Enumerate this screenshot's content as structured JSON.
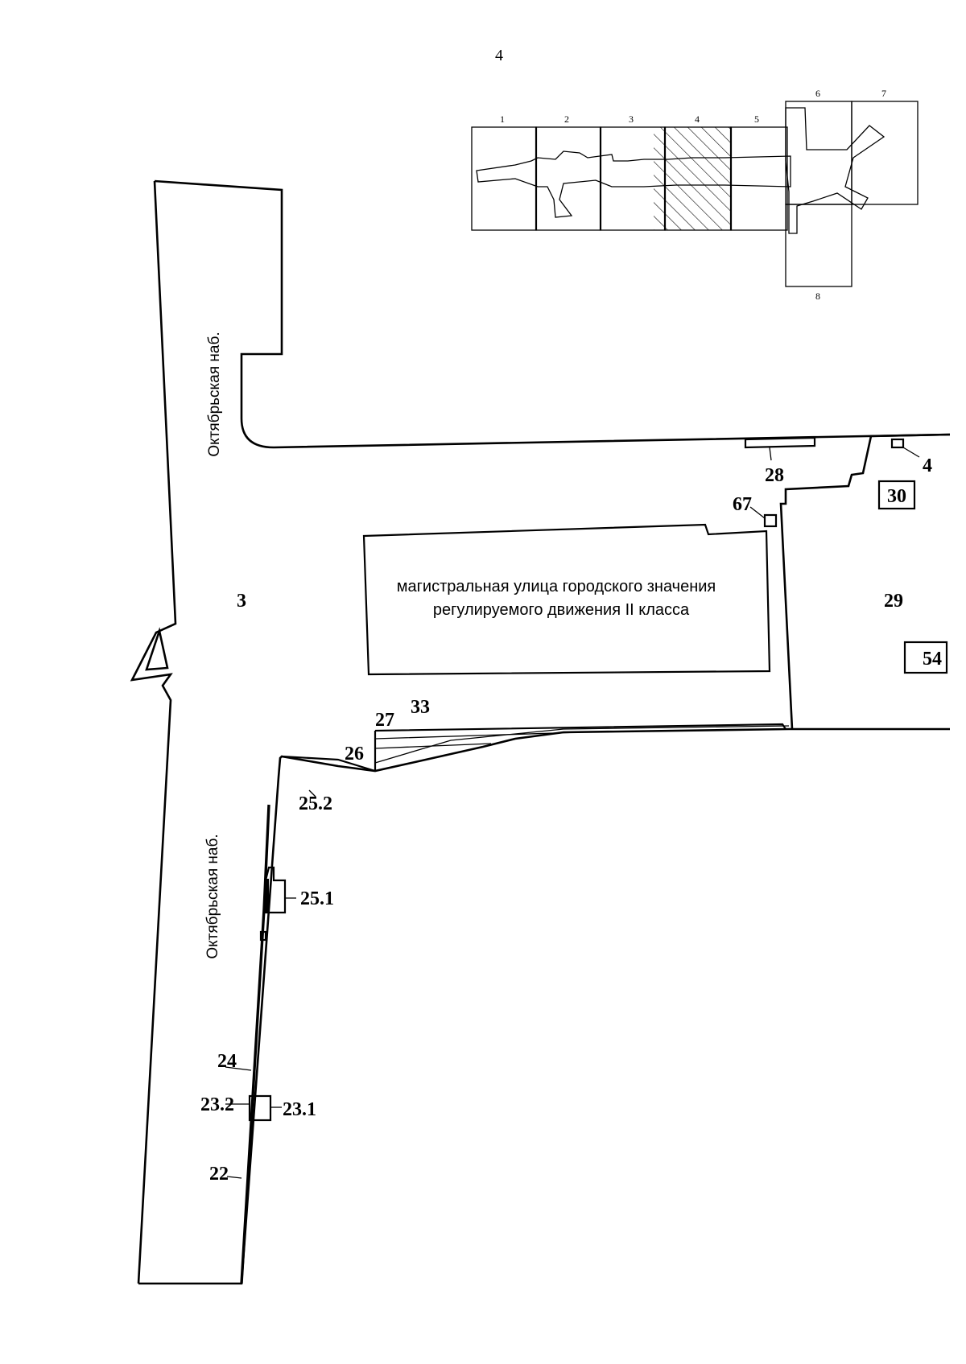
{
  "sheet_number": "4",
  "index_map": {
    "sheet_labels": [
      "1",
      "2",
      "3",
      "4",
      "5",
      "6",
      "7",
      "8"
    ],
    "highlighted_sheet": "4"
  },
  "streets": {
    "upper": "Октябрьская наб.",
    "lower": "Октябрьская наб."
  },
  "main_road_label": {
    "line1": "магистральная улица городского значения",
    "line2": "регулируемого движения II класса"
  },
  "zones": [
    "3",
    "29"
  ],
  "boxed_labels": [
    "30",
    "54"
  ],
  "callouts": [
    "4",
    "28",
    "67",
    "33",
    "27",
    "26",
    "25.2",
    "25.1",
    "24",
    "23.2",
    "23.1",
    "22"
  ]
}
